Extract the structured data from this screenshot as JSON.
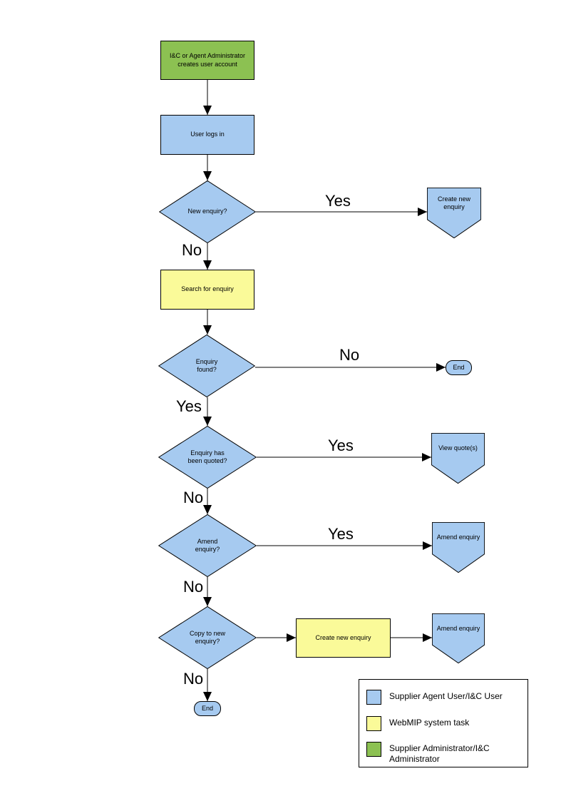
{
  "colors": {
    "blue": "#A6CAF0",
    "yellow": "#FAFA99",
    "green": "#8CC152",
    "line": "#000000"
  },
  "nodes": {
    "admin_creates_account": {
      "label": "I&C or Agent Administrator\ncreates user account",
      "type": "process",
      "role": "green"
    },
    "user_logs_in": {
      "label": "User logs in",
      "type": "process",
      "role": "blue"
    },
    "new_enquiry_q": {
      "label": "New enquiry?",
      "type": "decision",
      "role": "blue"
    },
    "create_new_enquiry_top": {
      "label": "Create new\nenquiry",
      "type": "offpage",
      "role": "blue"
    },
    "search_for_enquiry": {
      "label": "Search for enquiry",
      "type": "process",
      "role": "yellow"
    },
    "enquiry_found_q": {
      "label": "Enquiry\nfound?",
      "type": "decision",
      "role": "blue"
    },
    "end_right": {
      "label": "End",
      "type": "terminator",
      "role": "blue"
    },
    "enquiry_quoted_q": {
      "label": "Enquiry has\nbeen quoted?",
      "type": "decision",
      "role": "blue"
    },
    "view_quotes": {
      "label": "View quote(s)",
      "type": "offpage",
      "role": "blue"
    },
    "amend_enquiry_q": {
      "label": "Amend\nenquiry?",
      "type": "decision",
      "role": "blue"
    },
    "amend_enquiry_1": {
      "label": "Amend enquiry",
      "type": "offpage",
      "role": "blue"
    },
    "copy_to_new_q": {
      "label": "Copy to new\nenquiry?",
      "type": "decision",
      "role": "blue"
    },
    "create_new_enquiry_mid": {
      "label": "Create new enquiry",
      "type": "process",
      "role": "yellow"
    },
    "amend_enquiry_2": {
      "label": "Amend enquiry",
      "type": "offpage",
      "role": "blue"
    },
    "end_bottom": {
      "label": "End",
      "type": "terminator",
      "role": "blue"
    }
  },
  "edge_labels": {
    "yes1": "Yes",
    "no1": "No",
    "no2": "No",
    "yes2": "Yes",
    "yes3": "Yes",
    "no3": "No",
    "yes4": "Yes",
    "no4": "No",
    "no5": "No"
  },
  "flow": [
    {
      "from": "admin_creates_account",
      "to": "user_logs_in",
      "label": ""
    },
    {
      "from": "user_logs_in",
      "to": "new_enquiry_q",
      "label": ""
    },
    {
      "from": "new_enquiry_q",
      "to": "create_new_enquiry_top",
      "label": "Yes"
    },
    {
      "from": "new_enquiry_q",
      "to": "search_for_enquiry",
      "label": "No"
    },
    {
      "from": "search_for_enquiry",
      "to": "enquiry_found_q",
      "label": ""
    },
    {
      "from": "enquiry_found_q",
      "to": "end_right",
      "label": "No"
    },
    {
      "from": "enquiry_found_q",
      "to": "enquiry_quoted_q",
      "label": "Yes"
    },
    {
      "from": "enquiry_quoted_q",
      "to": "view_quotes",
      "label": "Yes"
    },
    {
      "from": "enquiry_quoted_q",
      "to": "amend_enquiry_q",
      "label": "No"
    },
    {
      "from": "amend_enquiry_q",
      "to": "amend_enquiry_1",
      "label": "Yes"
    },
    {
      "from": "amend_enquiry_q",
      "to": "copy_to_new_q",
      "label": "No"
    },
    {
      "from": "copy_to_new_q",
      "to": "create_new_enquiry_mid",
      "label": ""
    },
    {
      "from": "create_new_enquiry_mid",
      "to": "amend_enquiry_2",
      "label": ""
    },
    {
      "from": "copy_to_new_q",
      "to": "end_bottom",
      "label": "No"
    }
  ],
  "legend": {
    "items": [
      {
        "color": "#A6CAF0",
        "label": "Supplier Agent User/I&C User"
      },
      {
        "color": "#FAFA99",
        "label": "WebMIP system task"
      },
      {
        "color": "#8CC152",
        "label": "Supplier Administrator/I&C\nAdministrator"
      }
    ]
  }
}
